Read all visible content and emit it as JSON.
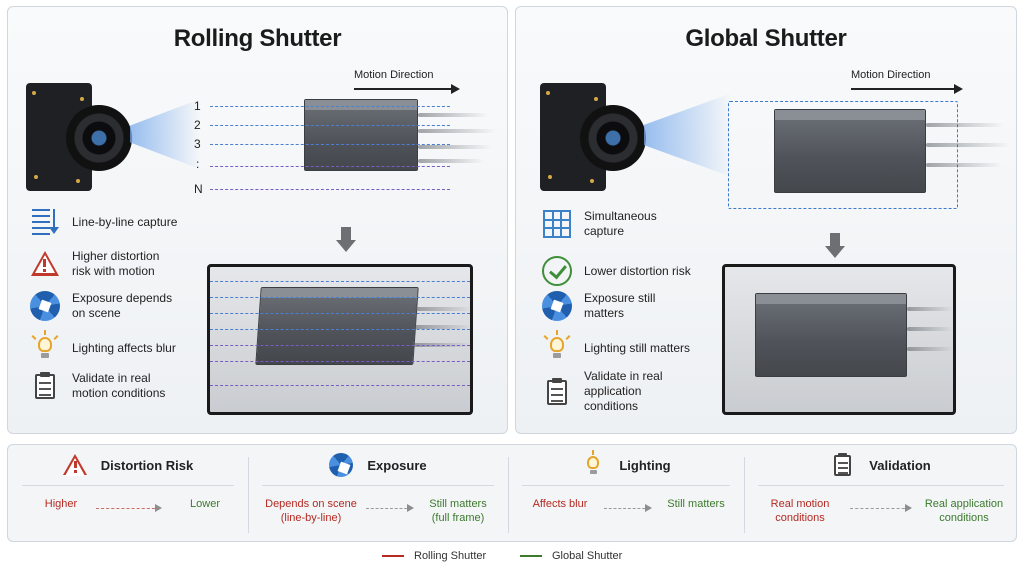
{
  "rolling": {
    "title": "Rolling Shutter",
    "motion_label": "Motion Direction",
    "line_labels": [
      "1",
      "2",
      "3",
      ":",
      "N"
    ],
    "features": [
      {
        "icon": "line-by-line-icon",
        "text": "Line-by-line capture"
      },
      {
        "icon": "warning-icon",
        "text": "Higher distortion\nrisk with motion"
      },
      {
        "icon": "aperture-icon",
        "text": "Exposure depends\non scene"
      },
      {
        "icon": "lightbulb-icon",
        "text": "Lighting affects blur"
      },
      {
        "icon": "clipboard-checklist-icon",
        "text": "Validate in real\nmotion conditions"
      }
    ]
  },
  "global": {
    "title": "Global Shutter",
    "motion_label": "Motion Direction",
    "features": [
      {
        "icon": "grid-icon",
        "text": "Simultaneous\ncapture"
      },
      {
        "icon": "check-circle-icon",
        "text": "Lower distortion risk"
      },
      {
        "icon": "aperture-icon",
        "text": "Exposure still\nmatters"
      },
      {
        "icon": "lightbulb-icon",
        "text": "Lighting still matters"
      },
      {
        "icon": "clipboard-checklist-icon",
        "text": "Validate in real\napplication\nconditions"
      }
    ]
  },
  "comparison": [
    {
      "label": "Distortion Risk",
      "icon": "warning-icon",
      "rolling": "Higher",
      "global": "Lower"
    },
    {
      "label": "Exposure",
      "icon": "aperture-icon",
      "rolling": "Depends on scene\n(line-by-line)",
      "global": "Still matters\n(full frame)"
    },
    {
      "label": "Lighting",
      "icon": "lightbulb-icon",
      "rolling": "Affects blur",
      "global": "Still matters"
    },
    {
      "label": "Validation",
      "icon": "clipboard-checklist-icon",
      "rolling": "Real motion\nconditions",
      "global": "Real application\nconditions"
    }
  ],
  "legend": [
    {
      "label": "Rolling Shutter",
      "color": "#b52a22"
    },
    {
      "label": "Global Shutter",
      "color": "#3c7a2e"
    }
  ],
  "colors": {
    "scan_blue": "#4a7fd4",
    "scan_purple": "#7b5cc4",
    "accent_blue": "#1f5fae",
    "warning_red": "#c0392b",
    "ok_green": "#3e8e3a"
  }
}
